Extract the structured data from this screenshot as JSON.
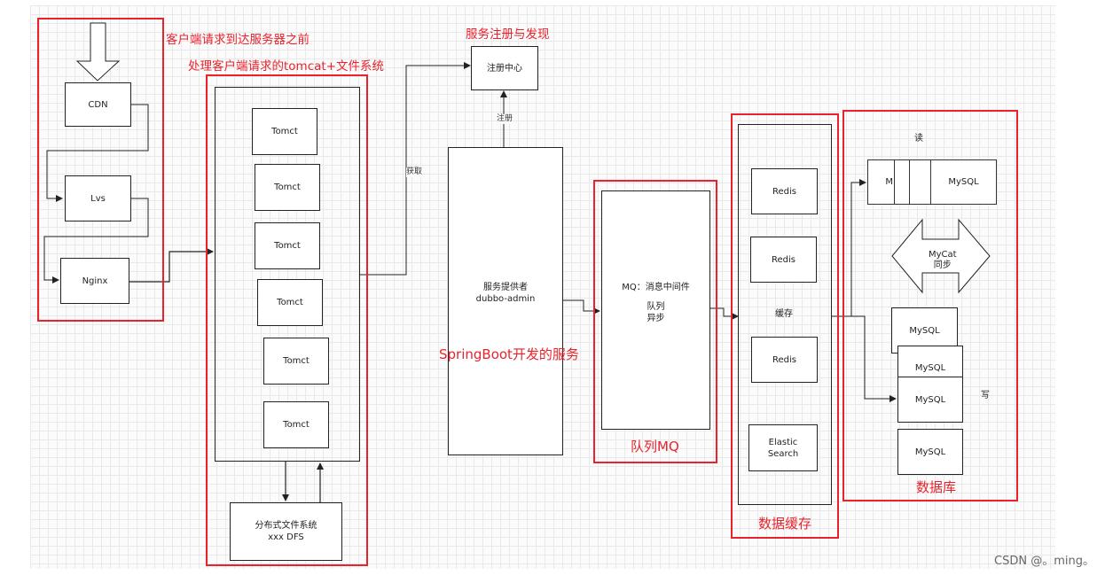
{
  "labels": {
    "client_before": "客户端请求到达服务器之前",
    "tomcat_fs": "处理客户端请求的tomcat+文件系统",
    "registry_title": "服务注册与发现",
    "springboot": "SpringBoot开发的服务",
    "mq_title": "队列MQ",
    "cache_title": "数据缓存",
    "db_title": "数据库"
  },
  "nodes": {
    "cdn": "CDN",
    "lvs": "Lvs",
    "nginx": "Nginx",
    "tomcats": [
      "Tomct",
      "Tomct",
      "Tomct",
      "Tomct",
      "Tomct",
      "Tomct"
    ],
    "dfs_line1": "分布式文件系统",
    "dfs_line2": "xxx DFS",
    "registry": "注册中心",
    "provider_line1": "服务提供者",
    "provider_line2": "dubbo-admin",
    "mq_line1": "MQ：消息中间件",
    "mq_line2": "队列",
    "mq_line3": "异步",
    "redis": [
      "Redis",
      "Redis",
      "Redis"
    ],
    "cache": "缓存",
    "es_line1": "Elastic",
    "es_line2": "Search",
    "read": "读",
    "write": "写",
    "m1": "M",
    "m2": "M",
    "mysql_read": "MySQL",
    "mycat_line1": "MyCat",
    "mycat_line2": "同步",
    "mysql_write": [
      "MySQL",
      "MySQL",
      "MySQL",
      "MySQL"
    ]
  },
  "edges": {
    "register": "注册",
    "fetch": "获取"
  },
  "watermark": "CSDN @。ming。",
  "colors": {
    "highlight": "#e8232c",
    "line": "#222222"
  }
}
